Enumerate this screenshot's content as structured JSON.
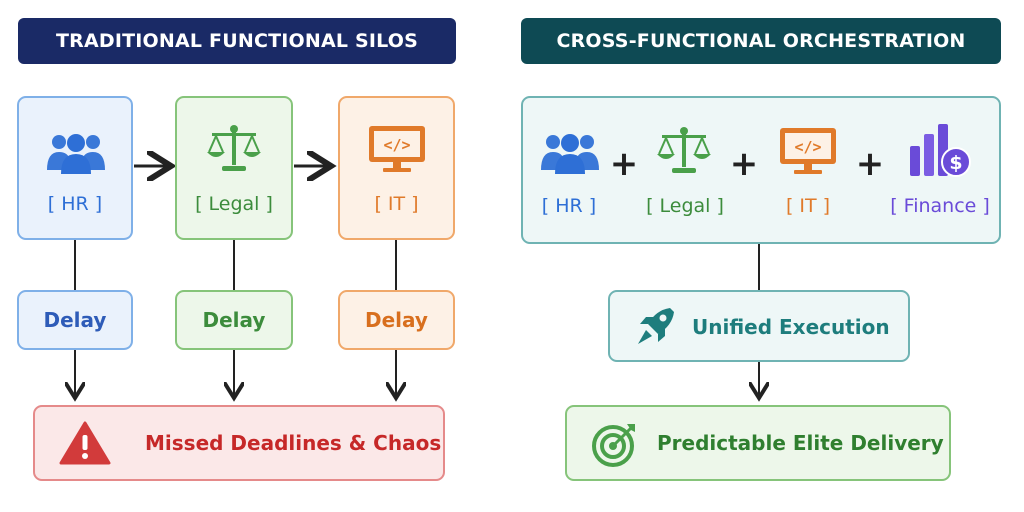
{
  "left": {
    "title": "TRADITIONAL FUNCTIONAL SILOS",
    "departments": [
      {
        "label": "[ HR ]",
        "icon": "people-icon"
      },
      {
        "label": "[ Legal ]",
        "icon": "scales-icon"
      },
      {
        "label": "[ IT ]",
        "icon": "code-monitor-icon"
      }
    ],
    "delays": [
      "Delay",
      "Delay",
      "Delay"
    ],
    "outcome": "Missed Deadlines & Chaos",
    "outcome_icon": "warning-icon"
  },
  "right": {
    "title": "CROSS-FUNCTIONAL ORCHESTRATION",
    "departments": [
      {
        "label": "[ HR ]",
        "icon": "people-icon"
      },
      {
        "label": "[ Legal ]",
        "icon": "scales-icon"
      },
      {
        "label": "[ IT ]",
        "icon": "code-monitor-icon"
      },
      {
        "label": "[ Finance ]",
        "icon": "finance-chart-icon"
      }
    ],
    "plus": [
      "+",
      "+",
      "+"
    ],
    "execution": "Unified Execution",
    "execution_icon": "rocket-icon",
    "outcome": "Predictable Elite Delivery",
    "outcome_icon": "target-icon"
  },
  "colors": {
    "navy": "#1a2a66",
    "teal": "#0e4a54",
    "blue": "#2e6fd6",
    "green": "#4aa04a",
    "orange": "#e07a2a",
    "red": "#c62828",
    "purple": "#6a4bd8",
    "teal_accent": "#1e7d7d"
  }
}
